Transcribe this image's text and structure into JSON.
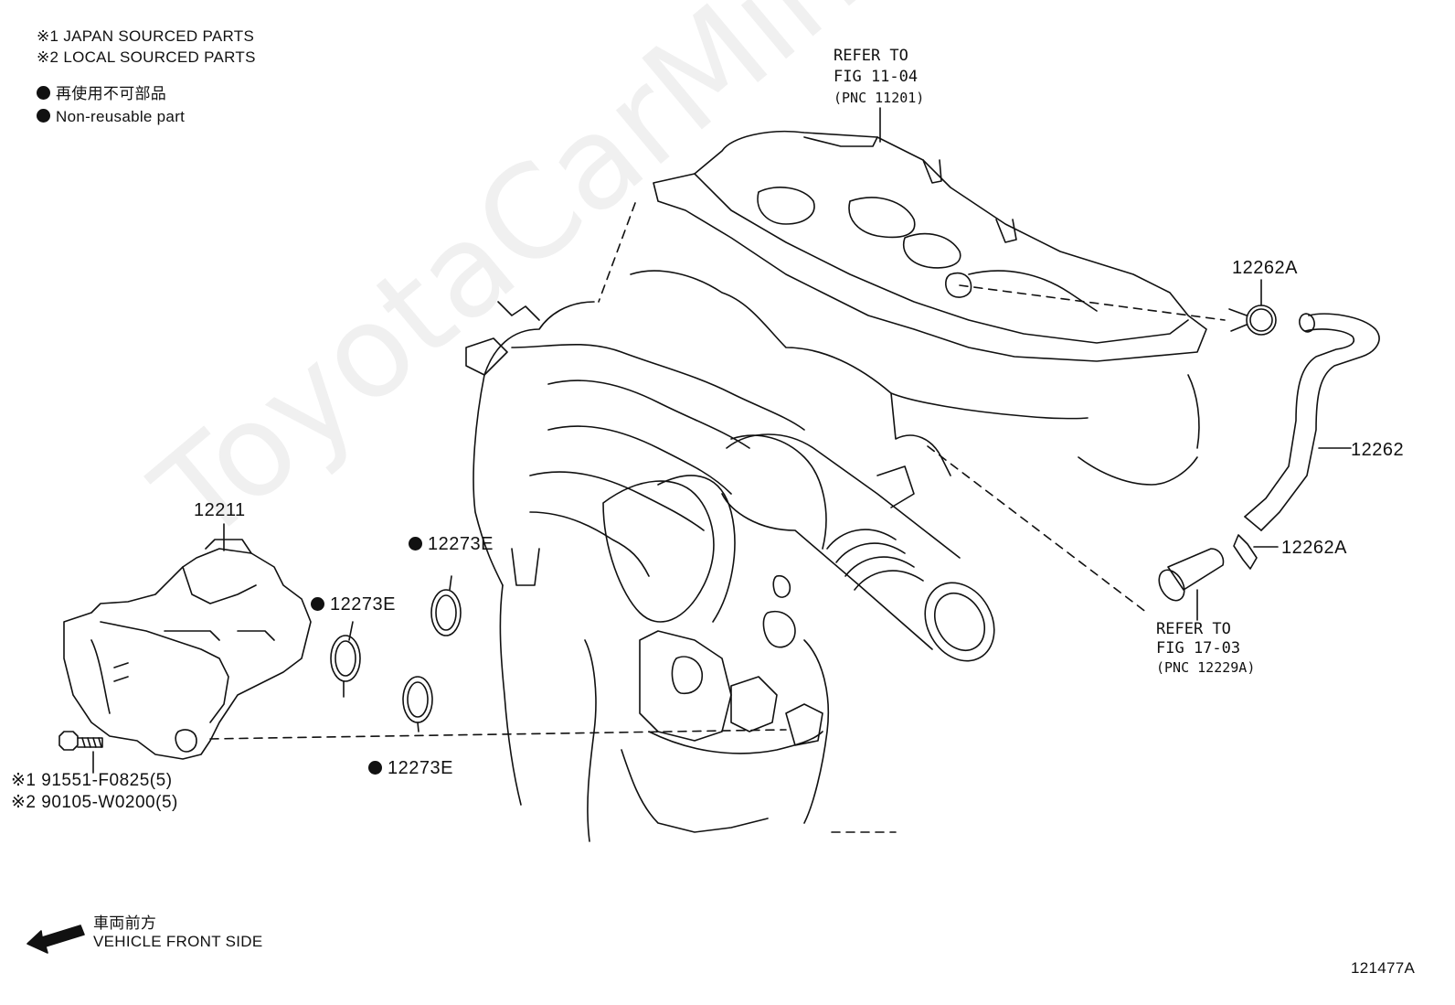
{
  "legend": {
    "note1": "※1 JAPAN SOURCED PARTS",
    "note2": "※2 LOCAL SOURCED PARTS",
    "nonreusable_jp": "再使用不可部品",
    "nonreusable_en": "Non-reusable part"
  },
  "refs": {
    "top": {
      "line1": "REFER TO",
      "line2": "FIG 11-04",
      "line3": "(PNC 11201)"
    },
    "right": {
      "line1": "REFER TO",
      "line2": "FIG 17-03",
      "line3": "(PNC 12229A)"
    }
  },
  "parts": {
    "clip_top": "12262A",
    "hose": "12262",
    "clip_bottom": "12262A",
    "cover": "12211",
    "gasket_a": "12273E",
    "gasket_b": "12273E",
    "gasket_c": "12273E"
  },
  "bolts": {
    "line1": "※1 91551-F0825(5)",
    "line2": "※2 90105-W0200(5)"
  },
  "direction": {
    "jp": "車両前方",
    "en": "VEHICLE FRONT SIDE",
    "icon": "arrow-left-icon"
  },
  "figure_id": "121477A",
  "watermark": "ToyotaCarMine.ru"
}
